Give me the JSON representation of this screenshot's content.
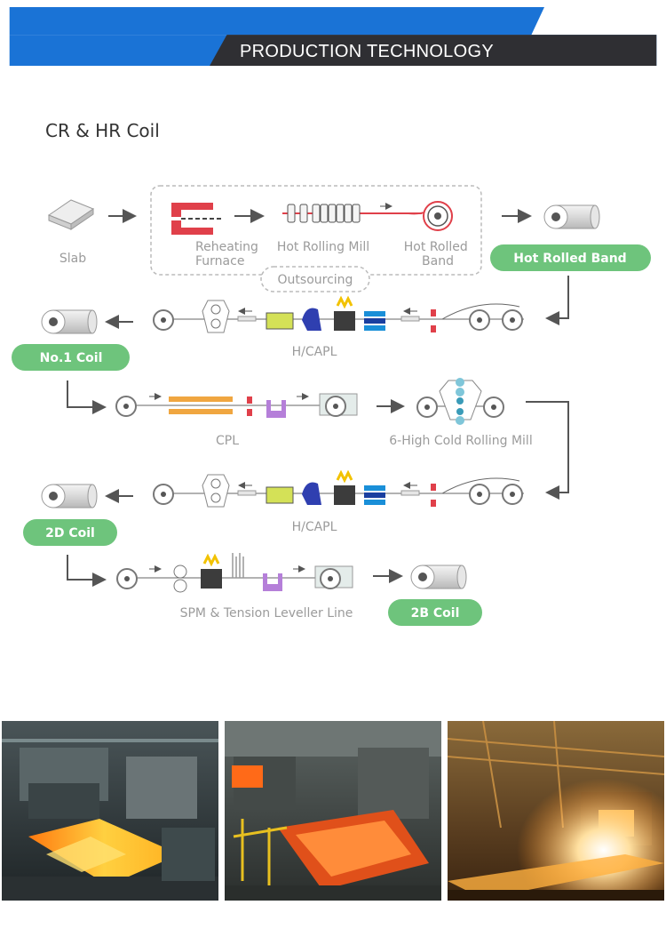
{
  "header": {
    "title": "PRODUCTION TECHNOLOGY",
    "colors": {
      "blue": "#1a73d6",
      "dark": "#2f2f33"
    }
  },
  "section": {
    "title": "CR & HR Coil"
  },
  "flow": {
    "slab": "Slab",
    "reheating_furnace": [
      "Reheating",
      "Furnace"
    ],
    "hot_rolling_mill": "Hot Rolling Mill",
    "hot_rolled_band_label": [
      "Hot Rolled",
      "Band"
    ],
    "outsourcing": "Outsourcing",
    "hot_rolled_band_pill": "Hot Rolled Band",
    "hcapl_1": "H/CAPL",
    "no1_coil": "No.1 Coil",
    "cpl": "CPL",
    "cold_rolling_mill": "6-High Cold Rolling Mill",
    "hcapl_2": "H/CAPL",
    "coil_2d": "2D Coil",
    "spm_line": "SPM & Tension Leveller Line",
    "coil_2b": "2B Coil",
    "colors": {
      "pill_green": "#6ec47c",
      "line_red": "#e0404a"
    }
  },
  "photos": [
    {
      "name": "hot-rolling-photo-1"
    },
    {
      "name": "hot-rolling-photo-2"
    },
    {
      "name": "hot-rolling-photo-3"
    }
  ]
}
